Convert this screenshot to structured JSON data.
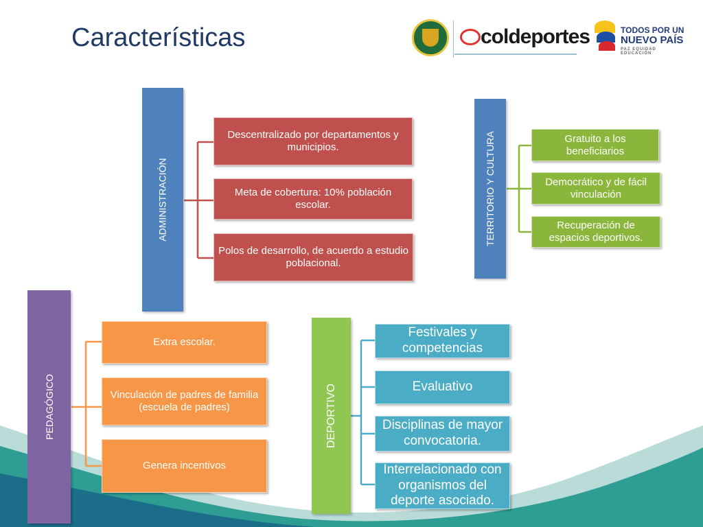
{
  "title": "Características",
  "logos": {
    "coldeportes": "coldeportes",
    "todos_line1": "TODOS POR UN",
    "todos_line2": "NUEVO PAÍS",
    "todos_line3": "PAZ   EQUIDAD   EDUCACIÓN"
  },
  "colors": {
    "administracion_bar": "#4f81bd",
    "administracion_box": "#c0504d",
    "territorio_bar": "#4f81bd",
    "territorio_box": "#8bb63c",
    "pedagogico_bar": "#8064a2",
    "pedagogico_box": "#f79646",
    "deportivo_bar": "#8fc752",
    "deportivo_box": "#4bacc6"
  },
  "groups": {
    "administracion": {
      "label": "ADMINISTRACIÓN",
      "items": [
        "Descentralizado por departamentos y municipios.",
        "Meta de cobertura:  10% población escolar.",
        "Polos de desarrollo, de acuerdo a estudio poblacional."
      ]
    },
    "territorio": {
      "label": "TERRITORIO Y CULTURA",
      "items": [
        "Gratuito a los beneficiarios",
        "Democrático y de fácil vinculación",
        "Recuperación de espacios deportivos."
      ]
    },
    "pedagogico": {
      "label": "PEDAGÓGICO",
      "items": [
        "Extra escolar.",
        "Vinculación de padres de familia  (escuela de padres)",
        "Genera incentivos"
      ]
    },
    "deportivo": {
      "label": "DEPORTIVO",
      "items": [
        "Festivales y competencias",
        "Evaluativo",
        "Disciplinas de mayor convocatoria.",
        "Interrelacionado con organismos del deporte asociado."
      ]
    }
  }
}
